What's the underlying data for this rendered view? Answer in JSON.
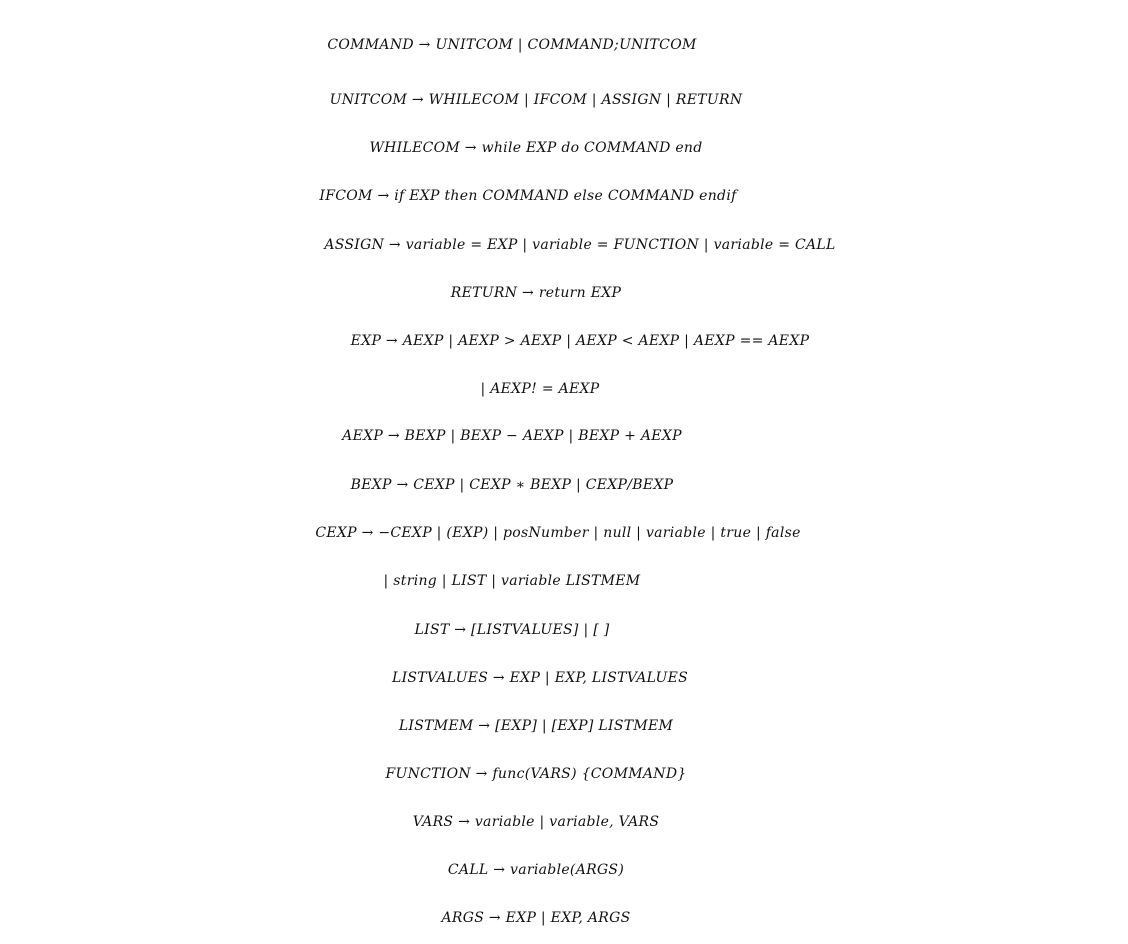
{
  "grammar": {
    "lines": [
      "COMMAND → UNITCOM | COMMAND;UNITCOM",
      "UNITCOM → WHILECOM | IFCOM | ASSIGN | RETURN",
      "WHILECOM → while EXP do COMMAND end",
      "IFCOM → if EXP then COMMAND else COMMAND endif",
      "ASSIGN → variable = EXP | variable = FUNCTION | variable = CALL",
      "RETURN → return EXP",
      "EXP → AEXP | AEXP > AEXP | AEXP < AEXP | AEXP == AEXP",
      "| AEXP! = AEXP",
      "AEXP → BEXP | BEXP − AEXP | BEXP + AEXP",
      "BEXP → CEXP | CEXP ∗ BEXP | CEXP/BEXP",
      "CEXP → −CEXP | (EXP) | posNumber | null | variable | true | false",
      "| string | LIST | variable LISTMEM",
      "LIST → [LISTVALUES] | [ ]",
      "LISTVALUES → EXP | EXP, LISTVALUES",
      "LISTMEM → [EXP] | [EXP] LISTMEM",
      "FUNCTION → func(VARS) {COMMAND}",
      "VARS → variable | variable, VARS",
      "CALL → variable(ARGS)",
      "ARGS → EXP | EXP, ARGS"
    ]
  }
}
